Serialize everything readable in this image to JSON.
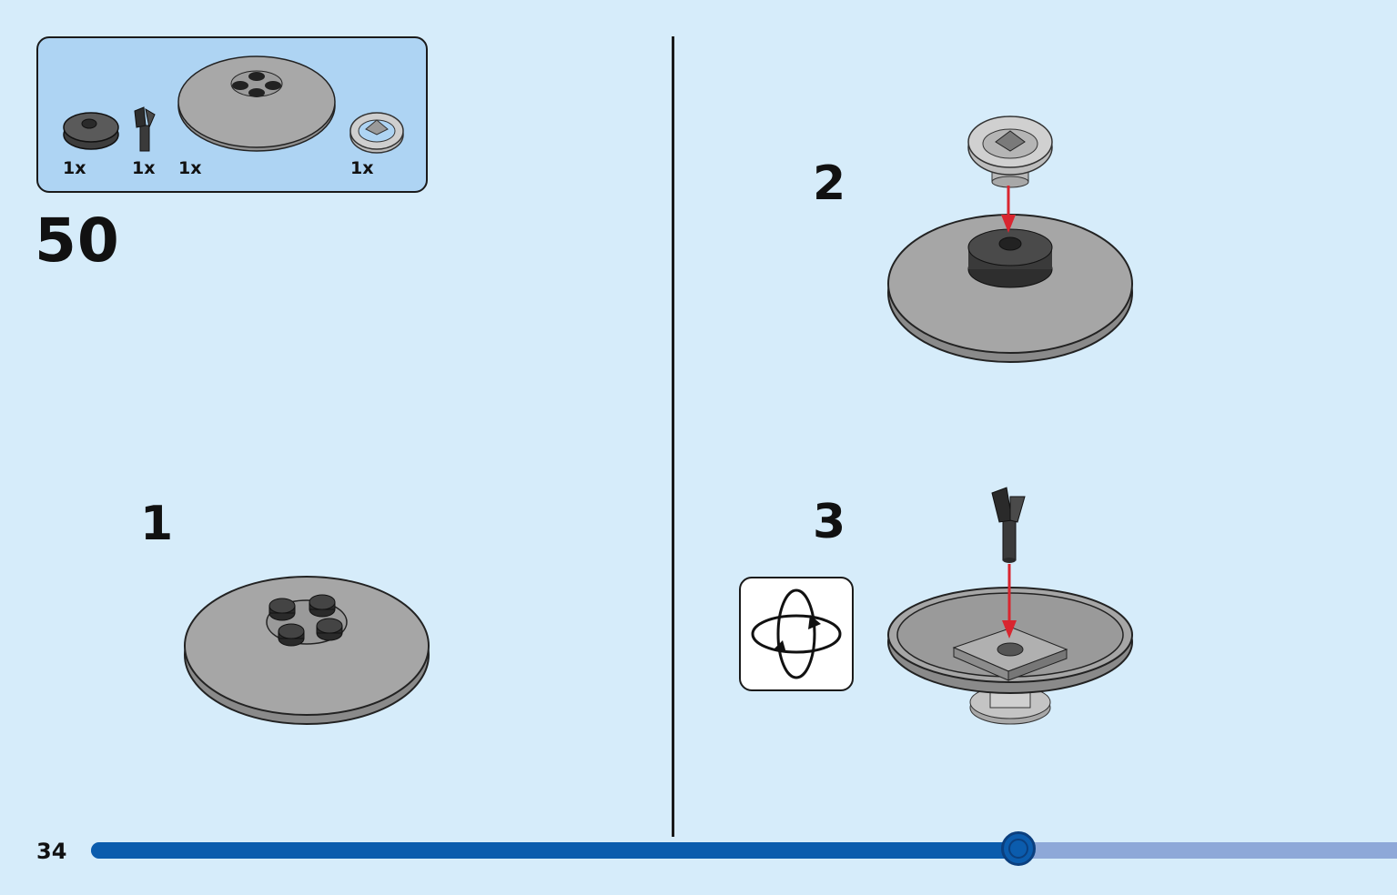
{
  "page": {
    "step_number": "50",
    "page_number": "34",
    "progress_fraction": 0.71
  },
  "parts_list": [
    {
      "name": "dark-gray-round-tile-2x2",
      "qty": "1x"
    },
    {
      "name": "black-bar-holder-clip",
      "qty": "1x"
    },
    {
      "name": "gray-round-dish-6x6",
      "qty": "1x"
    },
    {
      "name": "gray-wheel-steering",
      "qty": "1x"
    }
  ],
  "substeps": [
    {
      "label": "1"
    },
    {
      "label": "2"
    },
    {
      "label": "3"
    }
  ],
  "icons": {
    "rotate": "rotate-model-icon",
    "arrow": "red-down-arrow-icon"
  },
  "colors": {
    "background": "#d6ecfa",
    "parts_box": "#aed4f3",
    "progress_fill": "#0b5cad",
    "progress_track": "#8ea8d8",
    "arrow": "#d9252f",
    "part_gray": "#a0a0a0",
    "part_dark": "#3a3a3a"
  }
}
